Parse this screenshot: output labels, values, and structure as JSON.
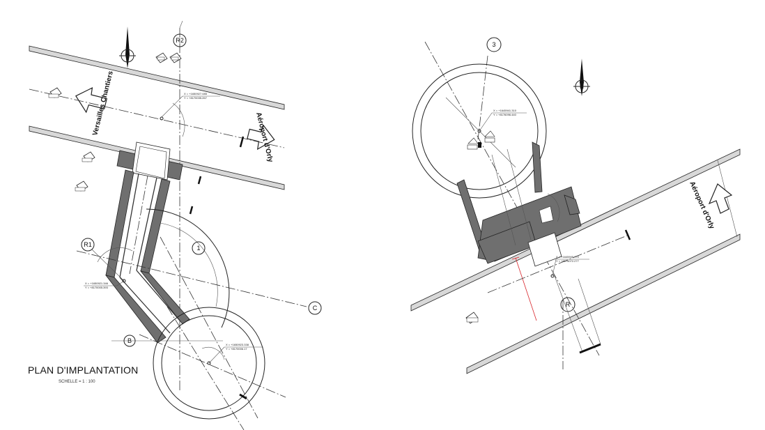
{
  "left_plan": {
    "title": "PLAN D'IMPLANTATION",
    "scale": "SCHELLE = 1 : 100",
    "road_label_1": "Versailles Chantiers",
    "road_label_2": "Aéroport d'Orly",
    "north_label": "N",
    "axis_r2": "R2",
    "axis_r1": "R1",
    "axis_1": "1",
    "axis_c": "C",
    "axis_b": "B",
    "coord_1_x": "X = +1650927.085",
    "coord_1_y": "Y = +8170035.267",
    "coord_2_x": "X = +1650921.346",
    "coord_2_y": "Y = +8170005.393",
    "coord_3_x": "X = +1650923.338",
    "coord_3_y": "Y = +8170006.17"
  },
  "right_plan": {
    "road_label": "Aéroport d'Orly",
    "north_label": "N",
    "axis_3": "3",
    "axis_r": "R",
    "coord_1_x": "X = +1645941.310",
    "coord_1_y": "Y = +8176096.440",
    "coord_2_x": "X = +1645940.772",
    "coord_2_y": "Y = +8175072.277"
  }
}
